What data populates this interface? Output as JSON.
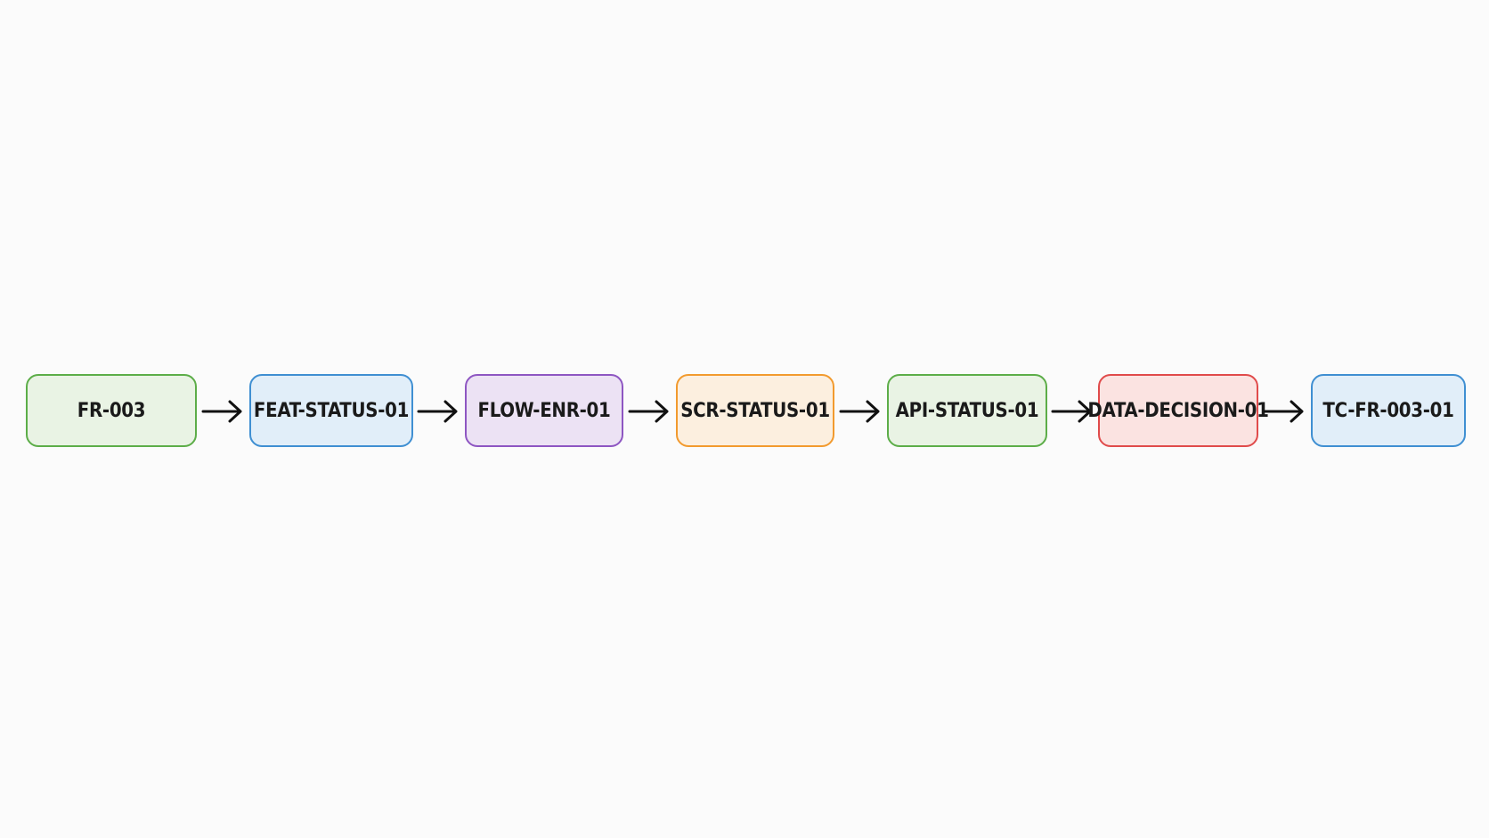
{
  "nodes": [
    {
      "label": "FR-003",
      "border": "#5cad48",
      "fill": "#e9f3e4"
    },
    {
      "label": "FEAT-STATUS-01",
      "border": "#3f8fd2",
      "fill": "#e1eef9"
    },
    {
      "label": "FLOW-ENR-01",
      "border": "#8e56c2",
      "fill": "#ece2f4"
    },
    {
      "label": "SCR-STATUS-01",
      "border": "#f29a2e",
      "fill": "#fcefdf"
    },
    {
      "label": "API-STATUS-01",
      "border": "#5cad48",
      "fill": "#e9f3e4"
    },
    {
      "label": "DATA-DECISION-01",
      "border": "#e04b4b",
      "fill": "#fbe3e1"
    },
    {
      "label": "TC-FR-003-01",
      "border": "#3f8fd2",
      "fill": "#e1eef9"
    }
  ],
  "edges": [
    {
      "from": 0,
      "to": 1
    },
    {
      "from": 1,
      "to": 2
    },
    {
      "from": 2,
      "to": 3
    },
    {
      "from": 3,
      "to": 4
    },
    {
      "from": 4,
      "to": 5
    },
    {
      "from": 5,
      "to": 6
    }
  ]
}
